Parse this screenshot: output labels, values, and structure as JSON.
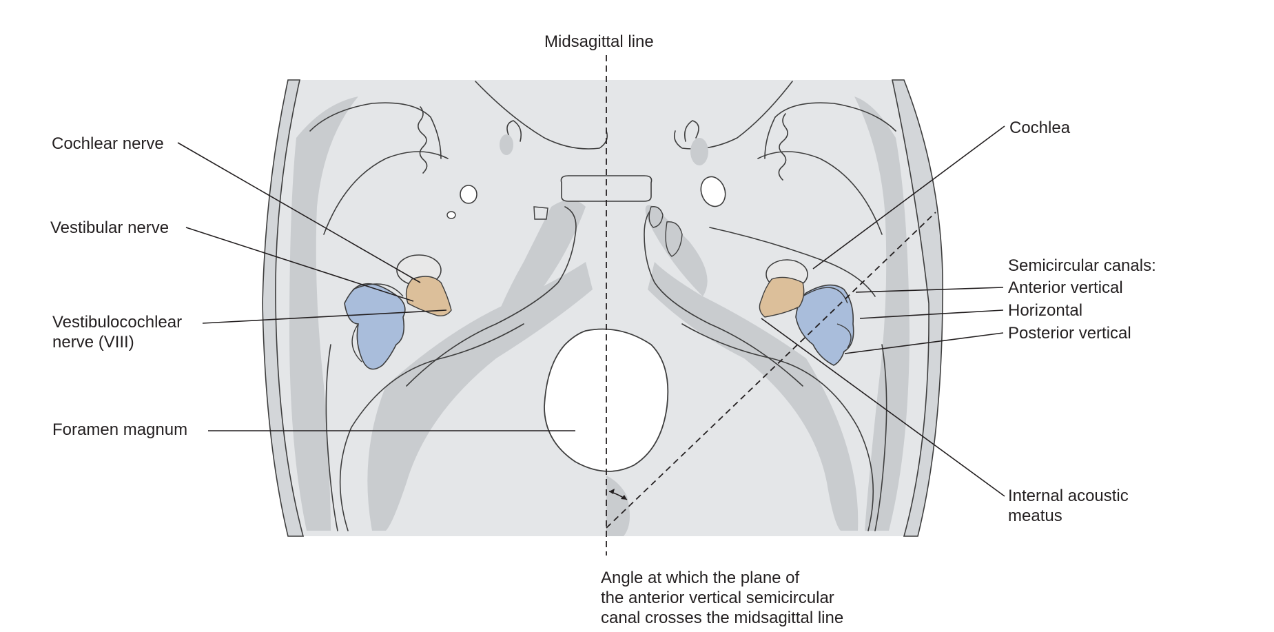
{
  "labels": {
    "midsagittal_line": "Midsagittal line",
    "cochlear_nerve": "Cochlear nerve",
    "vestibular_nerve": "Vestibular nerve",
    "vestibulocochlear_line1": "Vestibulocochlear",
    "vestibulocochlear_line2": "nerve (VIII)",
    "foramen_magnum": "Foramen magnum",
    "cochlea": "Cochlea",
    "semicircular_canals": "Semicircular canals:",
    "anterior_vertical": "Anterior vertical",
    "horizontal": "Horizontal",
    "posterior_vertical": "Posterior vertical",
    "internal_acoustic_line1": "Internal acoustic",
    "internal_acoustic_line2": "meatus",
    "angle_line1": "Angle at which the plane of",
    "angle_line2": "the anterior vertical semicircular",
    "angle_line3": "canal crosses the midsagittal line"
  },
  "colors": {
    "skull_fill": "#e4e6e8",
    "bone_shade": "#c9cccf",
    "labyrinth_blue": "#a9bddb",
    "nerve_tan": "#dcbf9a",
    "line_color": "#231f20"
  }
}
